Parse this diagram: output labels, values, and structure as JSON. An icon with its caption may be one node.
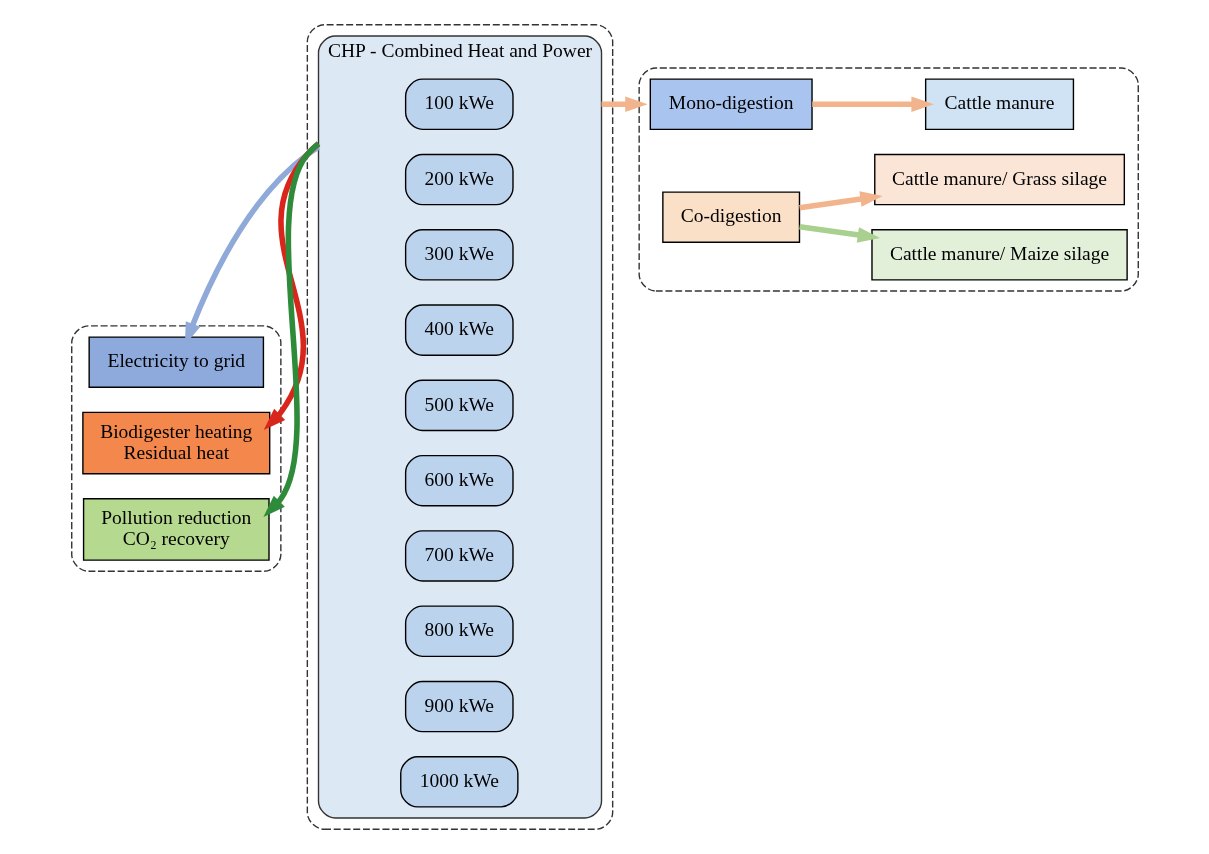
{
  "diagram": {
    "nodes": [
      {
        "text": [],
        "shape": "box"
      },
      {
        "text": [
          "Electricity to grid"
        ],
        "in": 0
      },
      {
        "text": [
          "Biodigester heating",
          "Residual heat"
        ],
        "in": 0
      },
      {
        "text": [
          "Pollution reduction",
          "CO₂ recovery"
        ],
        "in": 0
      },
      {
        "text": [],
        "shape": "box"
      },
      {
        "text": [
          "CHP - Combined Heat and Power"
        ],
        "in": 4
      },
      {
        "text": [
          "100 kWe"
        ],
        "in": 5
      },
      {
        "text": [
          "200 kWe"
        ],
        "in": 5
      },
      {
        "text": [
          "300 kWe"
        ],
        "in": 5
      },
      {
        "text": [
          "400 kWe"
        ],
        "in": 5
      },
      {
        "text": [
          "500 kWe"
        ],
        "in": 5
      },
      {
        "text": [
          "600 kWe"
        ],
        "in": 5
      },
      {
        "text": [
          "700 kWe"
        ],
        "in": 5
      },
      {
        "text": [
          "800 kWe"
        ],
        "in": 5
      },
      {
        "text": [
          "900 kWe"
        ],
        "in": 5
      },
      {
        "text": [
          "1000 kWe"
        ],
        "in": 5
      },
      {
        "text": [],
        "shape": "box"
      },
      {
        "text": [
          "Mono-digestion"
        ],
        "in": 16
      },
      {
        "text": [
          "Co-digestion"
        ],
        "in": 16
      },
      {
        "text": [
          "Cattle manure"
        ],
        "in": 16
      },
      {
        "text": [
          "Cattle manure/ Maize silage"
        ],
        "in": 16
      },
      {
        "text": [
          "Cattle manure/ Grass silage"
        ],
        "in": 16
      }
    ],
    "edges": [
      {
        "from": 5,
        "to": 1,
        "arrow": "to",
        "color": "#8fa9d8"
      },
      {
        "from": 5,
        "to": 2,
        "arrow": "to",
        "color": "#d9261c"
      },
      {
        "from": 5,
        "to": 3,
        "arrow": "to",
        "color": "#2e8b3a"
      },
      {
        "from": 5,
        "to": 16,
        "arrow": "to",
        "color": "#f2b48c"
      },
      {
        "from": 17,
        "to": 19,
        "arrow": "to",
        "color": "#f2b48c"
      },
      {
        "from": 18,
        "to": 20,
        "arrow": "to",
        "color": "#a9d08e"
      },
      {
        "from": 18,
        "to": 21,
        "arrow": "to",
        "color": "#f2b48c"
      }
    ]
  }
}
